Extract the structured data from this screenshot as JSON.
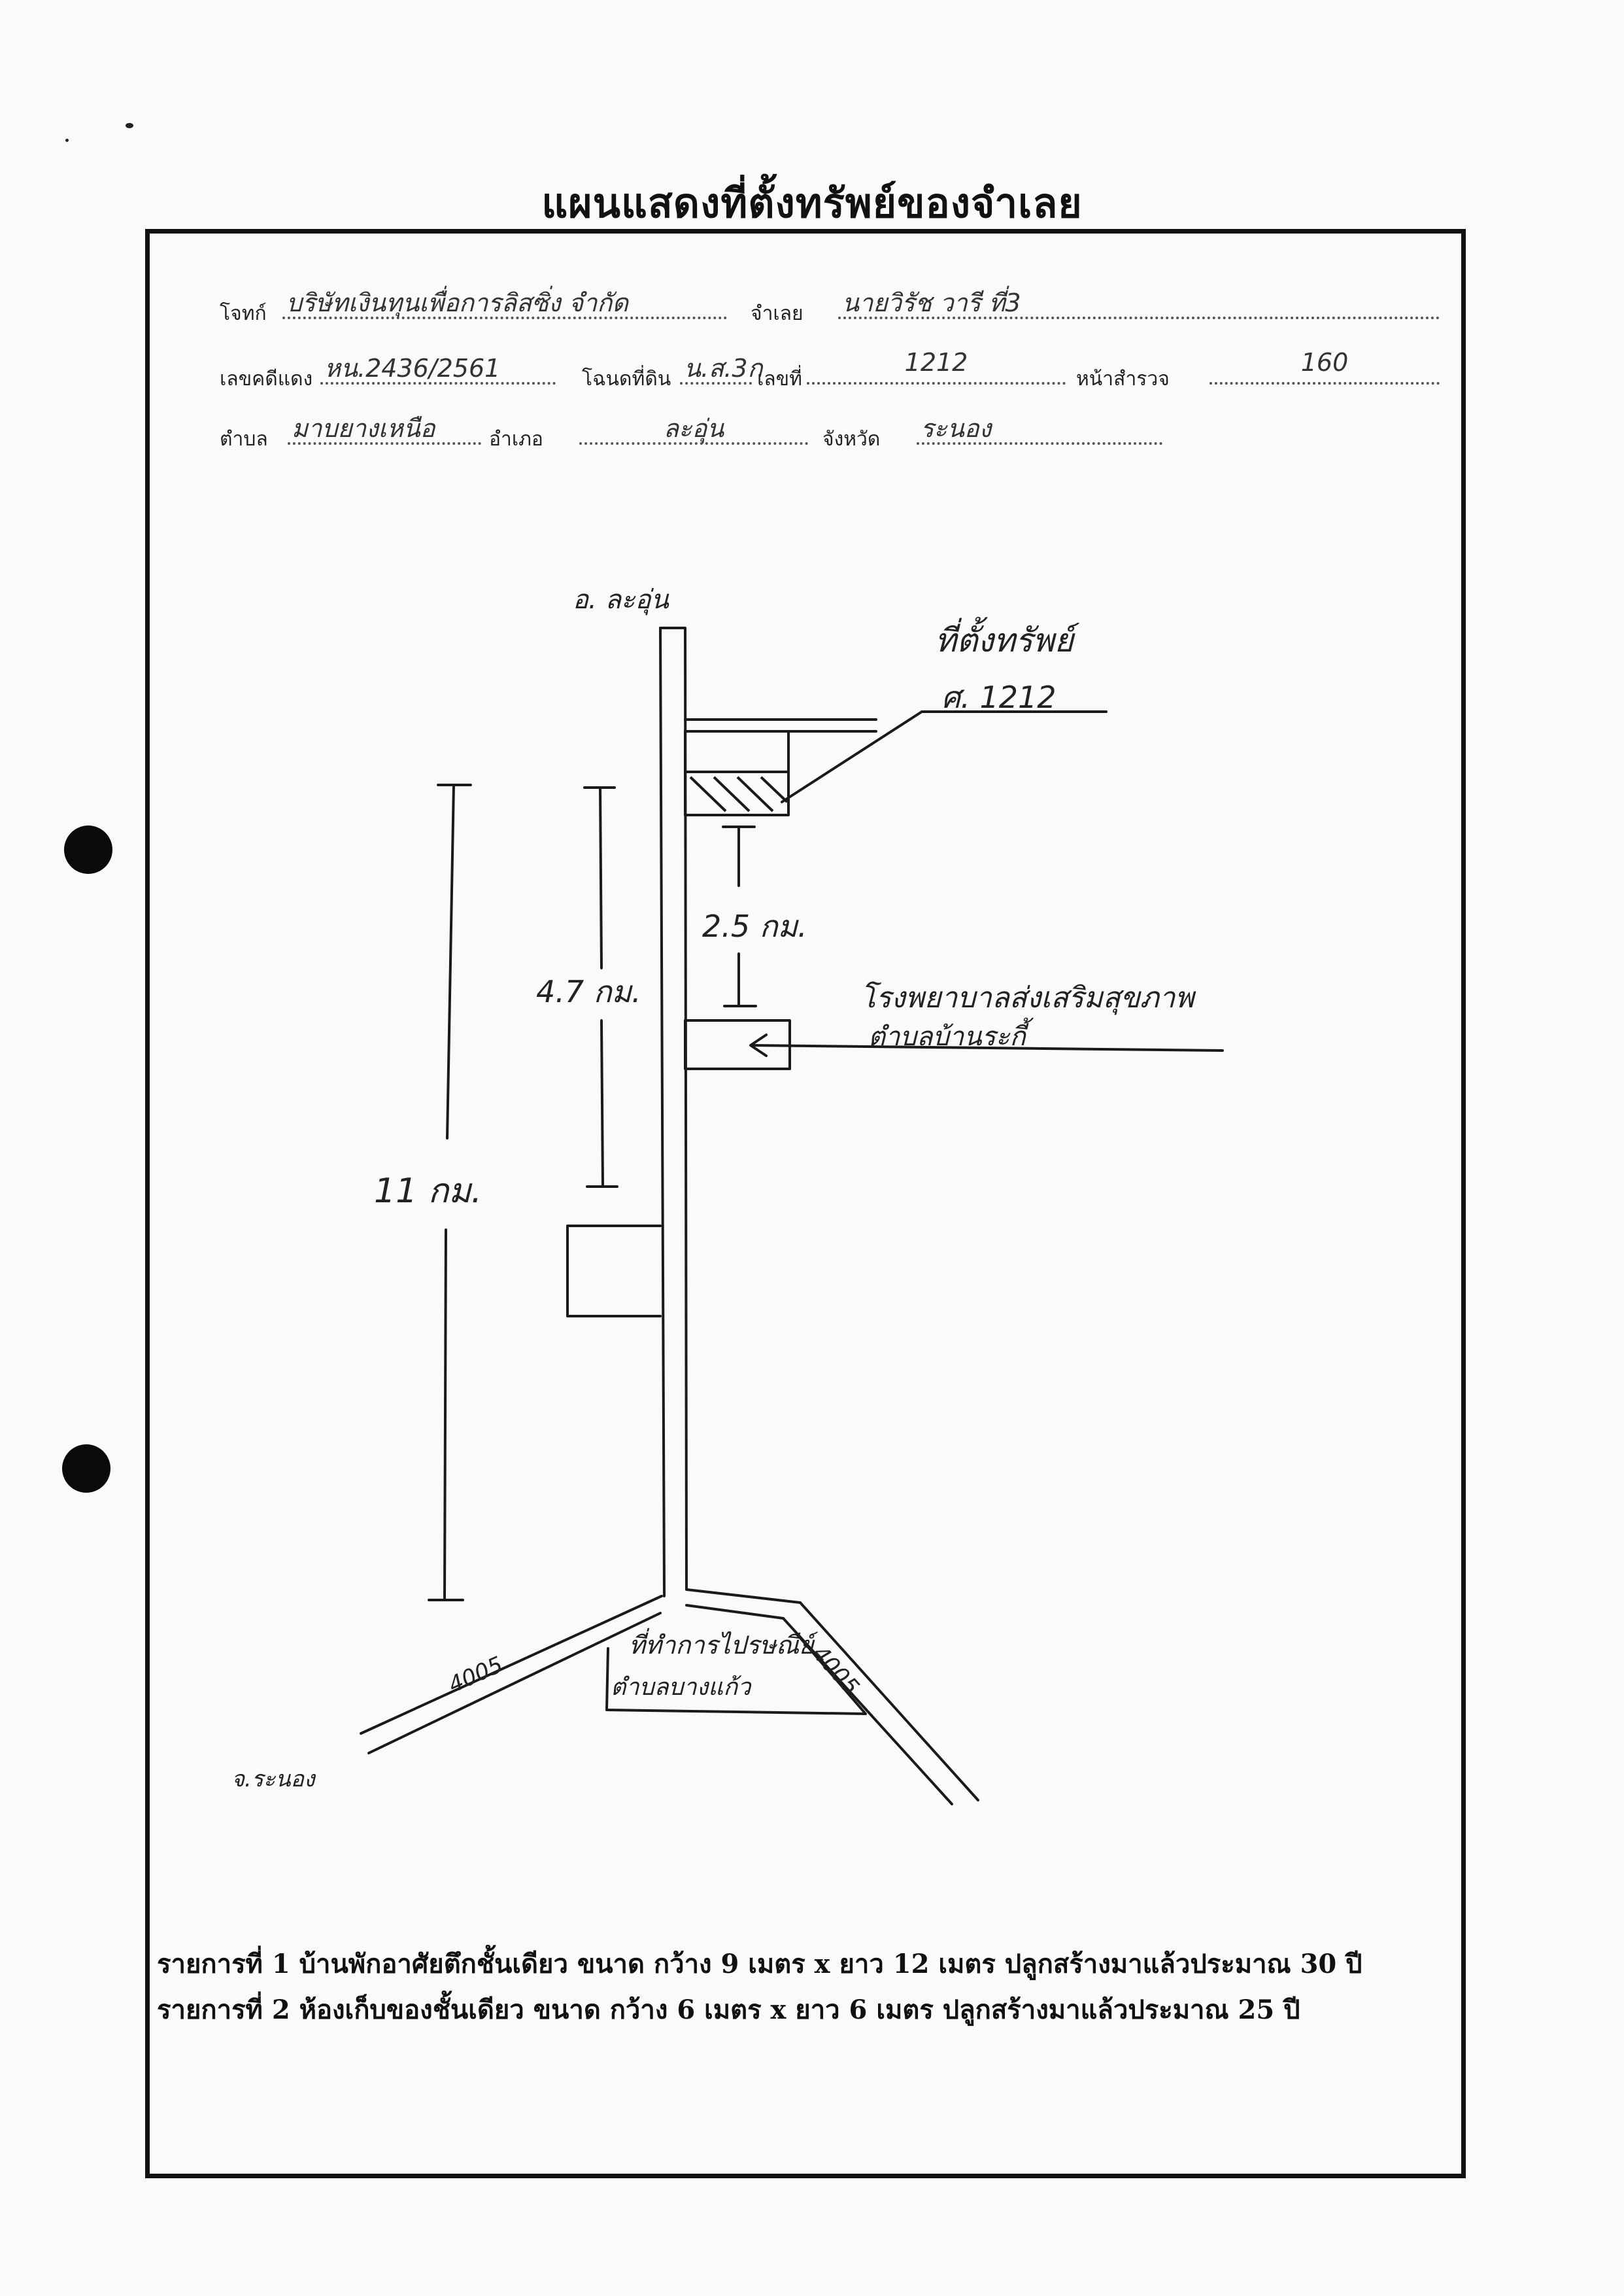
{
  "document": {
    "title": "แผนแสดงที่ตั้งทรัพย์ของจำเลย"
  },
  "header_fields": {
    "plaintiff_label": "โจทก์",
    "plaintiff_value": "บริษัทเงินทุนเพื่อการลิสซิ่ง จำกัด",
    "defendant_label": "จำเลย",
    "defendant_value": "นายวิรัช วารี ที่3",
    "case_no_label": "เลขคดีแดง",
    "case_no_value": "หน.2436/2561",
    "deed_label": "โฉนดที่ดิน",
    "deed_type_value": "น.ส.3ก",
    "number_label": "เลขที่",
    "number_value": "1212",
    "survey_page_label": "หน้าสำรวจ",
    "survey_page_value": "160",
    "subdistrict_label": "ตำบล",
    "subdistrict_value": "มาบยางเหนือ",
    "district_label": "อำเภอ",
    "district_value": "ละอุ่น",
    "province_label": "จังหวัด",
    "province_value": "ระนอง"
  },
  "map_labels": {
    "top_road": "อ. ละอุ่น",
    "property_note": "ที่ตั้งทรัพย์",
    "property_deed": "ศ. 1212",
    "dist_short": "2.5 กม.",
    "dist_mid": "4.7 กม.",
    "dist_long": "11 กม.",
    "hospital_line1": "โรงพยาบาลส่งเสริมสุขภาพ",
    "hospital_line2": "ตำบลบ้านระกี้",
    "road_left": "4005",
    "road_right": "4005",
    "junction_line1": "ที่ทำการไปรษณีย์",
    "junction_line2": "ตำบลบางแก้ว",
    "bottom_left": "จ.ระนอง"
  },
  "items": [
    "รายการที่ 1 บ้านพักอาศัยตึกชั้นเดียว ขนาด กว้าง 9 เมตร x ยาว 12 เมตร ปลูกสร้างมาแล้วประมาณ 30 ปี",
    "รายการที่ 2 ห้องเก็บของชั้นเดียว ขนาด กว้าง 6 เมตร x ยาว 6 เมตร ปลูกสร้างมาแล้วประมาณ 25 ปี"
  ]
}
